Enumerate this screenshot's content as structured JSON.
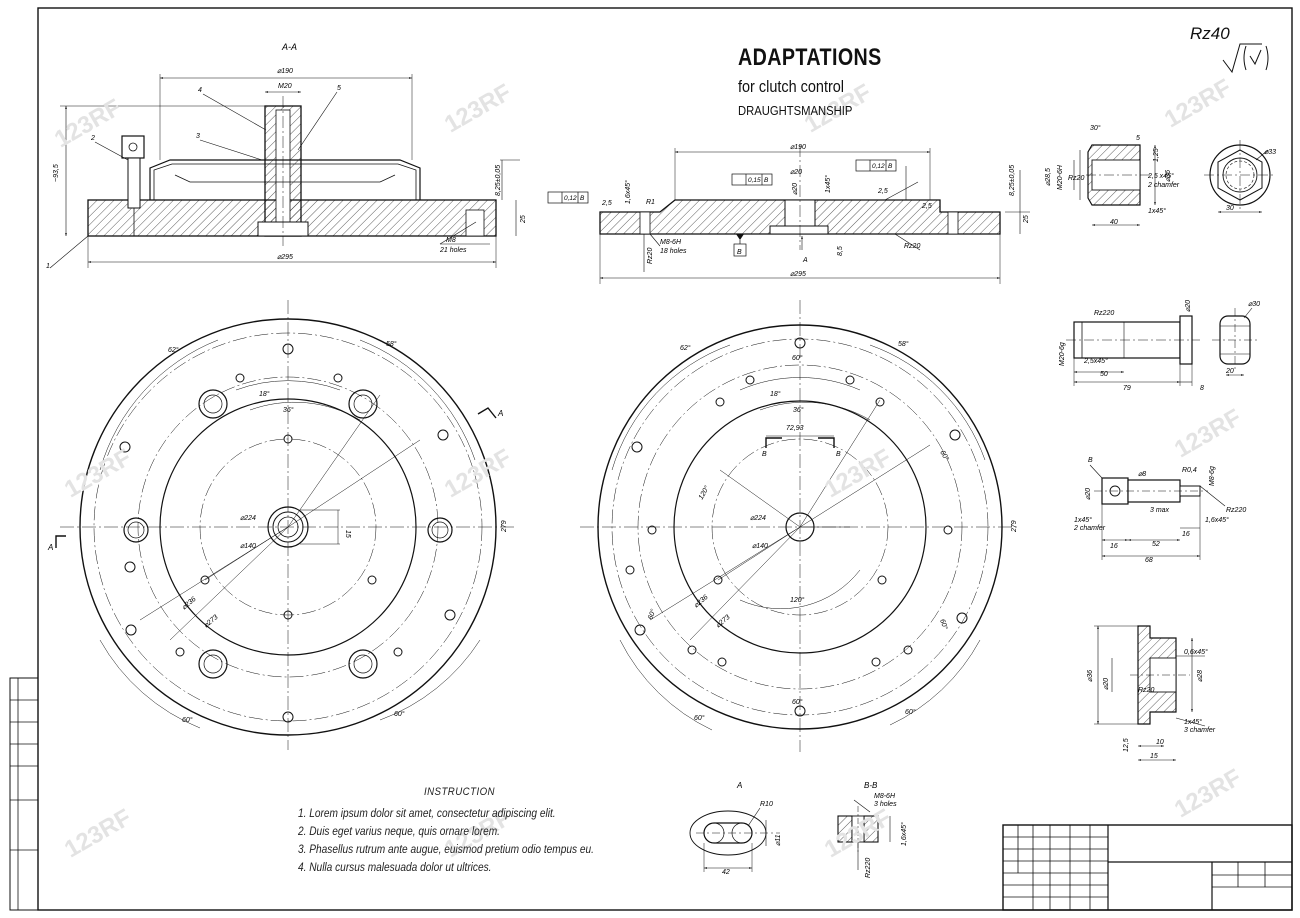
{
  "title": {
    "main": "ADAPTATIONS",
    "sub": "for clutch control",
    "sub2": "DRAUGHTSMANSHIP"
  },
  "roughness": "Rz40",
  "watermark": "123RF",
  "section_labels": {
    "aa": "A-A",
    "bb": "B-B",
    "a_view": "A",
    "a_left": "A",
    "a_right": "A",
    "b_right": "B",
    "b_left": "B",
    "datum_b": "B"
  },
  "dims": {
    "d190": "⌀190",
    "m20": "M20",
    "d295": "⌀295",
    "d295b": "⌀295",
    "d190b": "⌀190",
    "h935": "~93,5",
    "h825": "8,25±0,05",
    "h825b": "8,25±0,05",
    "h25": "25",
    "h25b": "25",
    "m8": "M8",
    "holes21": "21 holes",
    "m8_6h": "M8-6H",
    "holes18": "18 holes",
    "rz20": "Rz20",
    "rz20b": "Rz20",
    "d20": "⌀20",
    "d20b": "⌀20",
    "c16": "1,6x45°",
    "c1": "1x45°",
    "r1": "R1",
    "s25": "2,5",
    "s25b": "2,5",
    "s25c": "2,5",
    "h85": "8,5",
    "tol1": "0,12",
    "tol2": "0,15",
    "tol3": "0,12",
    "tolb1": "B",
    "tolb2": "B",
    "tolb3": "B"
  },
  "parts": {
    "p1": "1",
    "p2": "2",
    "p3": "3",
    "p4": "4",
    "p5": "5"
  },
  "nut": {
    "a30": "30°",
    "d285": "⌀28,5",
    "m20": "M20-6H",
    "rz": "Rz20",
    "ch": "2,5 x45°",
    "ch2": "2 chamfer",
    "c1": "1x45°",
    "l40": "40",
    "d36": "⌀36",
    "w5": "5",
    "w125": "1,25",
    "s33": "⌀33",
    "s30": "30"
  },
  "bolt": {
    "rz": "Rz220",
    "d20": "⌀20",
    "m20": "M20-6g",
    "ch": "2,5x45°",
    "l50": "50",
    "l79": "79",
    "l8": "8",
    "d30": "⌀30",
    "s20": "20"
  },
  "pin": {
    "d8": "⌀8",
    "r04": "R0,4",
    "m86": "M8-6g",
    "b": "B",
    "d20": "⌀20",
    "ch": "1x45°",
    "ch2": "2 chamfer",
    "r3": "3 max",
    "rz": "Rz220",
    "c16": "1,6x45°",
    "l16": "16",
    "l52": "52",
    "l68": "68",
    "l16b": "16"
  },
  "bush": {
    "d36": "⌀36",
    "d20": "⌀20",
    "d28": "⌀28",
    "ch": "0,6x45°",
    "rz": "Rz20",
    "c1": "1x45°",
    "ch3": "3 chamfer",
    "l125": "12,5",
    "l10": "10",
    "l15": "15"
  },
  "circle_left": {
    "d224": "⌀224",
    "d140": "⌀140",
    "d236": "⌀236",
    "d273": "⌀273",
    "a18": "18°",
    "a36": "36°",
    "a62": "62°",
    "a58": "58°",
    "a60a": "60°",
    "a60b": "60°",
    "r279": "279",
    "w15": "15"
  },
  "circle_right": {
    "d224": "⌀224",
    "d140": "⌀140",
    "d236": "⌀236",
    "d273": "⌀273",
    "a18": "18°",
    "a36": "36°",
    "a62": "62°",
    "a58": "58°",
    "a60a": "60°",
    "a60b": "60°",
    "a60c": "60°",
    "a60d": "60°",
    "a120": "120°",
    "a120b": "120°",
    "w7293": "72,93",
    "r279": "279"
  },
  "slot": {
    "r10": "R10",
    "d11": "⌀11",
    "l42": "42"
  },
  "section_bb": {
    "m86h": "M8-6H",
    "holes3": "3 holes",
    "c16": "1,6x45°",
    "rz": "Rz220"
  },
  "instruction": {
    "heading": "INSTRUCTION",
    "lines": [
      "1. Lorem ipsum dolor sit amet, consectetur adipiscing elit.",
      "2. Duis eget varius neque, quis ornare lorem.",
      "3. Phasellus rutrum ante augue, euismod pretium odio tempus eu.",
      "4. Nulla cursus malesuada dolor ut ultrices."
    ]
  }
}
